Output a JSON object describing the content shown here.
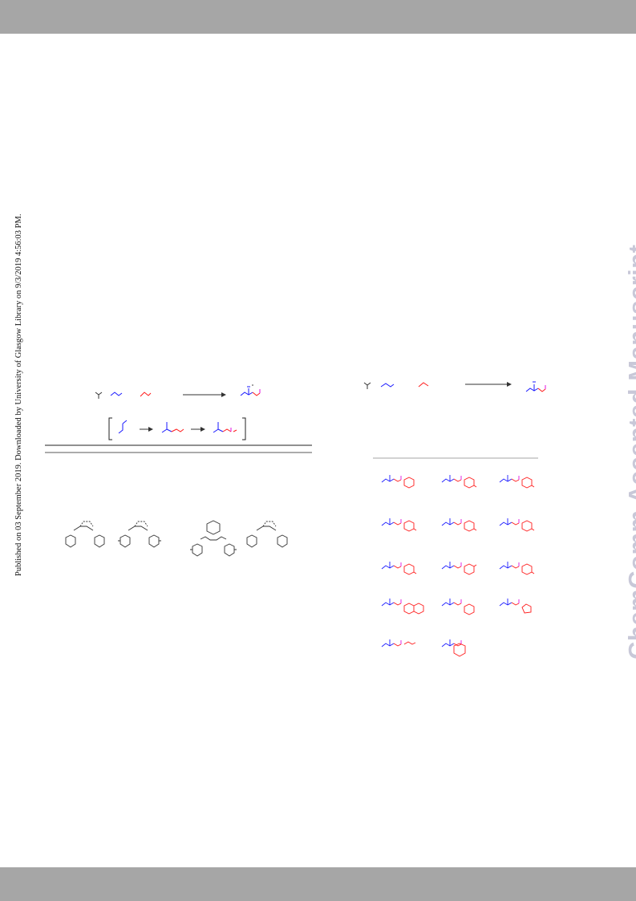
{
  "page": {
    "published_note": "Published on 03 September 2019. Downloaded by University of Glasgow Library on 9/3/2019 4:56:03 PM.",
    "watermark": "ChemComm Accepted Manuscript"
  },
  "colors": {
    "gray_bar": "#a6a6a6",
    "amine_blue": "#1a1aff",
    "alkene_red": "#ff1a1a",
    "amine_magenta": "#e010e0",
    "watermark": "#c8c8d8"
  },
  "figures": {
    "left_scheme": "reaction scheme with mechanistic bracket",
    "ligands": "four diamine-type ligand structures",
    "right_scheme": "reaction scheme",
    "substrate_table": "14 product structures in grid"
  }
}
